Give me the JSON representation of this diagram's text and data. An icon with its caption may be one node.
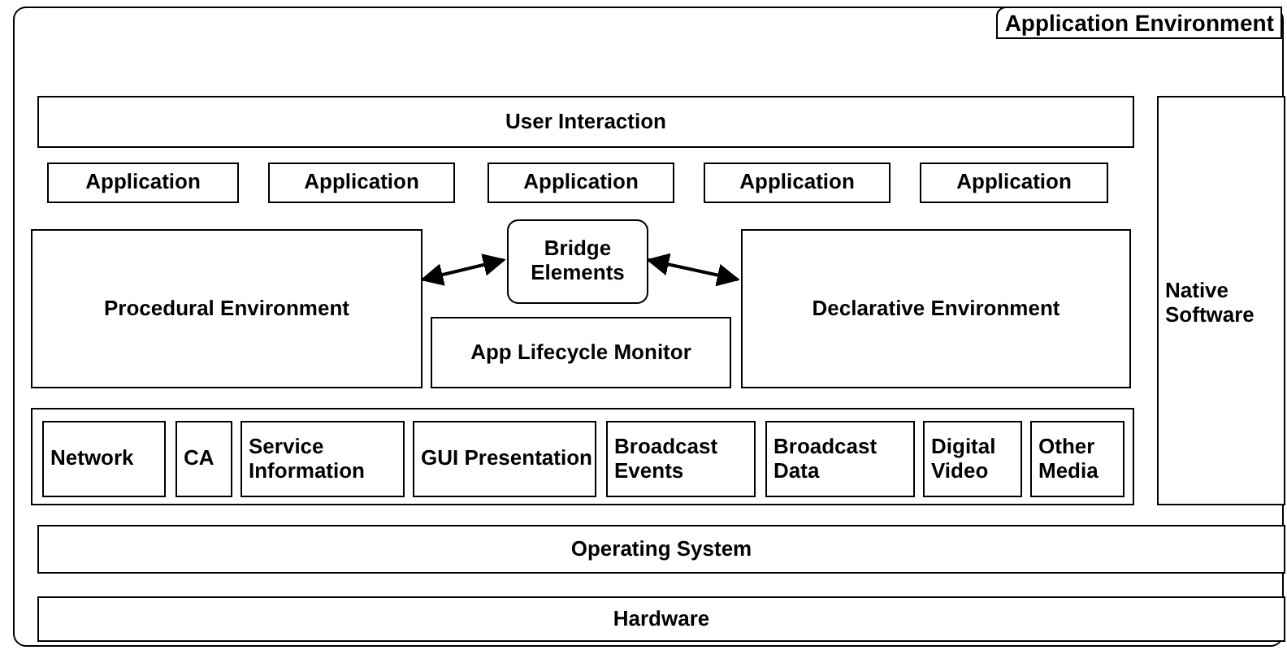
{
  "diagram": {
    "nodes": [
      {
        "text": [
          "Application Environment"
        ]
      },
      {
        "text": [
          "User Interaction"
        ],
        "in": 0
      },
      {
        "text": [
          "Application"
        ],
        "in": 0
      },
      {
        "text": [
          "Application"
        ],
        "in": 0
      },
      {
        "text": [
          "Application"
        ],
        "in": 0
      },
      {
        "text": [
          "Application"
        ],
        "in": 0
      },
      {
        "text": [
          "Application"
        ],
        "in": 0
      },
      {
        "text": [
          "Procedural Environment"
        ],
        "in": 0
      },
      {
        "text": [
          "Bridge Elements"
        ],
        "in": 0
      },
      {
        "text": [
          "Declarative Environment"
        ],
        "in": 0
      },
      {
        "text": [
          "App Lifecycle Monitor"
        ],
        "in": 0
      },
      {
        "text": [],
        "shape": "box",
        "in": 0
      },
      {
        "text": [
          "Network"
        ],
        "in": 11
      },
      {
        "text": [
          "CA"
        ],
        "in": 11
      },
      {
        "text": [
          "Service Information"
        ],
        "in": 11
      },
      {
        "text": [
          "GUI Presentation"
        ],
        "in": 11
      },
      {
        "text": [
          "Broadcast Events"
        ],
        "in": 11
      },
      {
        "text": [
          "Broadcast Data"
        ],
        "in": 11
      },
      {
        "text": [
          "Digital Video"
        ],
        "in": 11
      },
      {
        "text": [
          "Other Media"
        ],
        "in": 11
      },
      {
        "text": [
          "Native Software"
        ],
        "in": 0
      },
      {
        "text": [
          "Operating System"
        ],
        "in": 0
      },
      {
        "text": [
          "Hardware"
        ],
        "in": 0
      }
    ],
    "edges": [
      {
        "from": 7,
        "to": 8,
        "arrow": "both"
      },
      {
        "from": 8,
        "to": 9,
        "arrow": "both"
      }
    ]
  }
}
